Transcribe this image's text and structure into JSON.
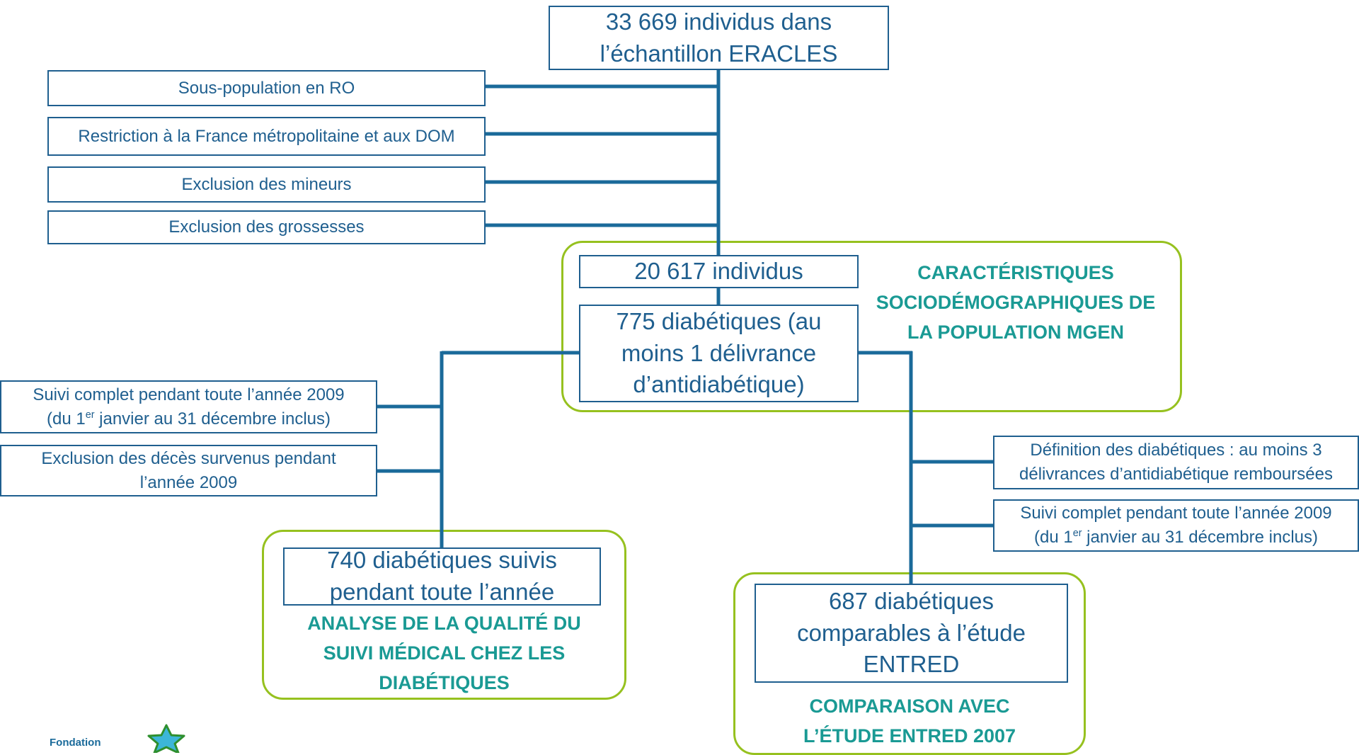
{
  "top": {
    "line1": "33 669 individus dans",
    "line2": "l’échantillon ERACLES"
  },
  "exclusions_top": [
    "Sous-population en RO",
    "Restriction à la France métropolitaine et aux DOM",
    "Exclusion des mineurs",
    "Exclusion des grossesses"
  ],
  "individus": "20 617 individus",
  "diabetiques": {
    "line1": "775 diabétiques (au",
    "line2": "moins 1 délivrance",
    "line3": "d’antidiabétique)"
  },
  "socio": {
    "line1": "CARACTÉRISTIQUES",
    "line2": "SOCIODÉMOGRAPHIQUES DE",
    "line3": "LA POPULATION MGEN"
  },
  "left_criteria": {
    "c1_line1": "Suivi complet pendant toute l’année 2009",
    "c1_line2a": "(du 1",
    "c1_sup": "er",
    "c1_line2b": " janvier au 31 décembre inclus)",
    "c2_line1": "Exclusion des décès survenus pendant",
    "c2_line2": "l’année 2009"
  },
  "right_criteria": {
    "c1_line1": "Définition des diabétiques : au moins 3",
    "c1_line2": "délivrances d’antidiabétique remboursées",
    "c2_line1": "Suivi complet pendant toute l’année 2009",
    "c2_line2a": "(du 1",
    "c2_sup": "er",
    "c2_line2b": " janvier au 31 décembre inclus)"
  },
  "suivis": {
    "line1": "740 diabétiques suivis",
    "line2": "pendant toute l’année"
  },
  "analyse": {
    "line1": "ANALYSE DE LA QUALITÉ DU",
    "line2": "SUIVI MÉDICAL CHEZ LES",
    "line3": "DIABÉTIQUES"
  },
  "comparables": {
    "line1": "687 diabétiques",
    "line2": "comparables à l’étude",
    "line3": "ENTRED"
  },
  "comparaison": {
    "line1": "COMPARAISON AVEC",
    "line2": "L’ÉTUDE ENTRED 2007"
  },
  "logo": {
    "text": "Fondation",
    "icon": "star-icon"
  },
  "colors": {
    "box_border": "#1f5f8f",
    "connector": "#1a6a9a",
    "green_frame": "#96c11f",
    "green_title": "#1a9a94"
  }
}
